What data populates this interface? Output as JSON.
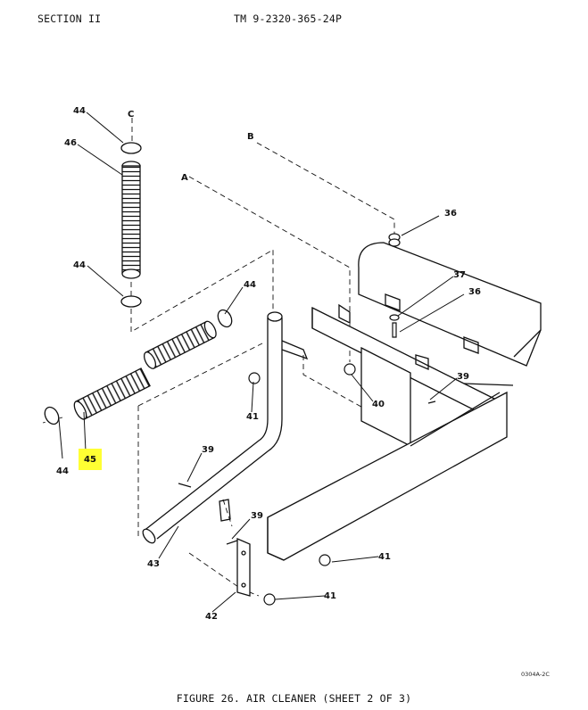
{
  "header": {
    "section": "SECTION II",
    "tm_number": "TM 9-2320-365-24P"
  },
  "figure": {
    "caption": "FIGURE 26.  AIR CLEANER (SHEET 2 OF 3)",
    "code": "0304A-2C"
  },
  "reference_letters": {
    "a": "A",
    "b": "B",
    "c": "C"
  },
  "callouts": {
    "c36_top": "36",
    "c37": "37",
    "c36_mid": "36",
    "c39_right": "39",
    "c40": "40",
    "c41_left": "41",
    "c39_center": "39",
    "c39_lower": "39",
    "c41_mid": "41",
    "c41_bottom": "41",
    "c42": "42",
    "c43": "43",
    "c44_top": "44",
    "c46": "46",
    "c44_middle": "44",
    "c44_right": "44",
    "c44_bottom": "44",
    "c45": "45"
  },
  "highlight": {
    "item": "45",
    "color": "#ffff33"
  }
}
